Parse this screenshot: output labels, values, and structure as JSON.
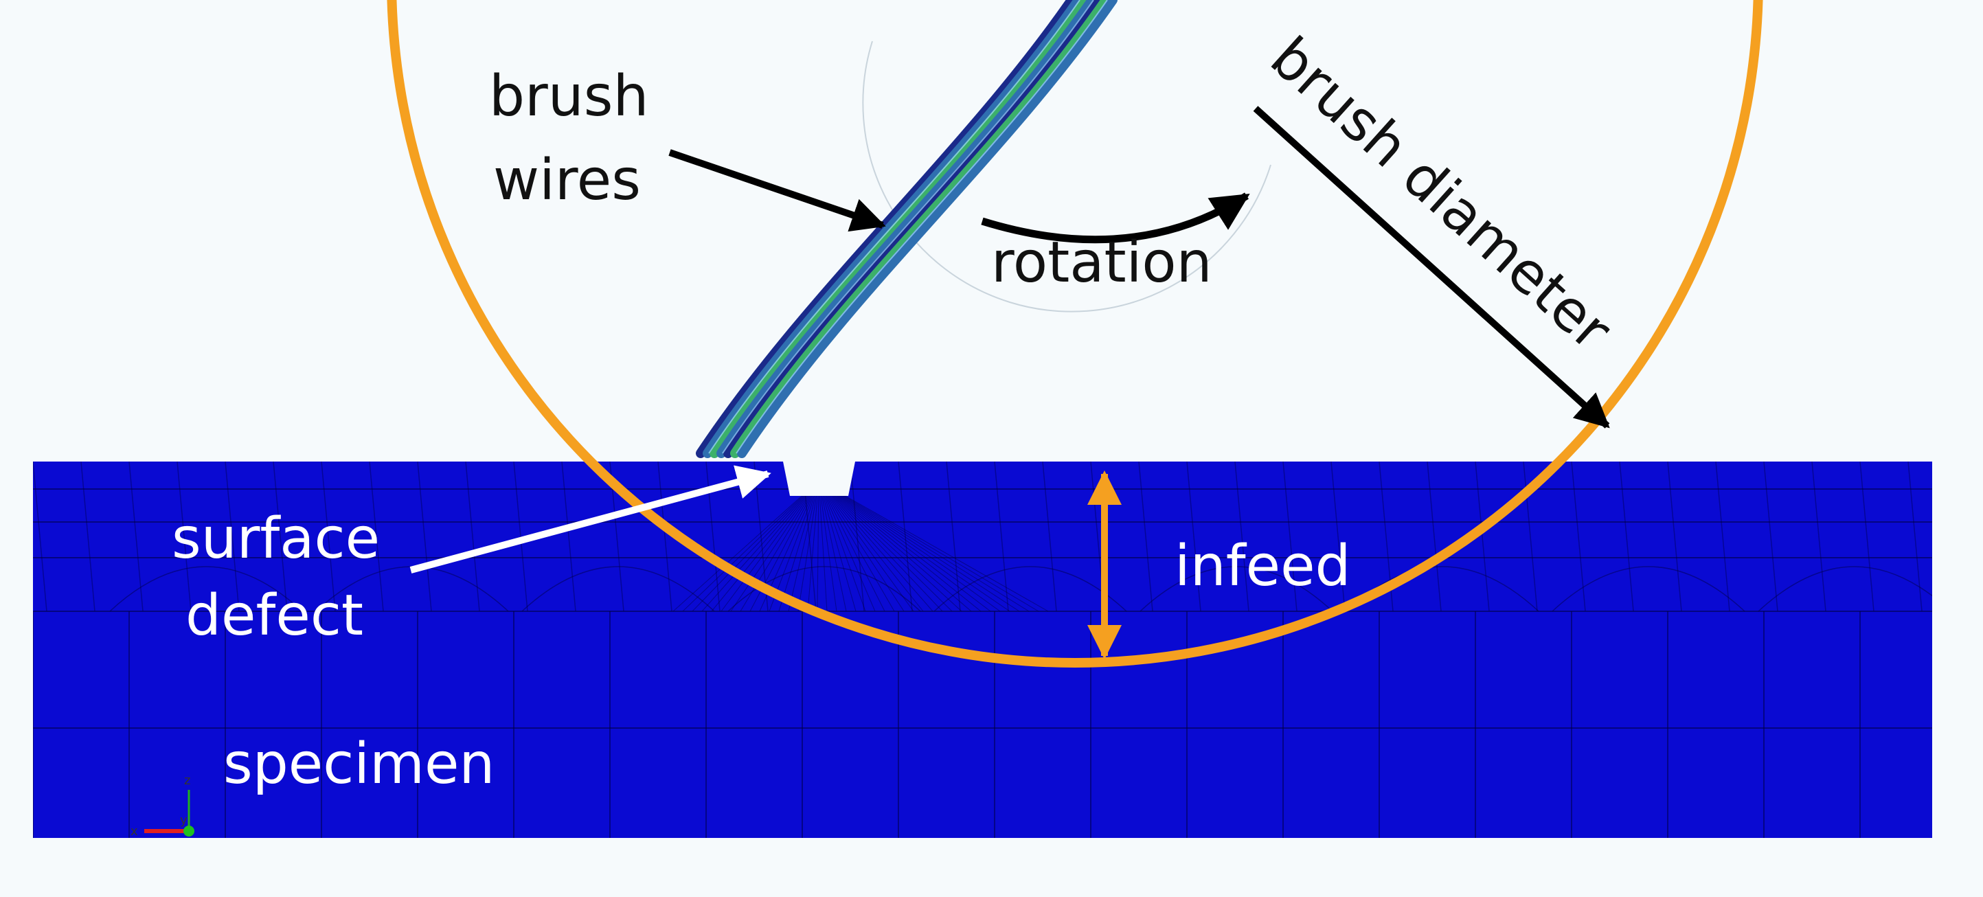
{
  "labels": {
    "brush_wires_line1": "brush",
    "brush_wires_line2": "wires",
    "rotation": "rotation",
    "brush_diameter": "brush diameter",
    "surface_defect_line1": "surface",
    "surface_defect_line2": "defect",
    "infeed": "infeed",
    "specimen": "specimen"
  },
  "axis_triad": {
    "x_label": "x",
    "y_label": "y",
    "z_label": "z"
  },
  "colors": {
    "background": "#f6fafc",
    "specimen_fill": "#0a0ad2",
    "mesh_lines": "#000040",
    "brush_circle": "#f5a020",
    "infeed_arrow": "#f5a020",
    "wire_dark": "#1a2a8a",
    "wire_mid": "#2f6fb0",
    "wire_green": "#3cb06a",
    "annotation_dark": "#000000",
    "annotation_light": "#ffffff"
  }
}
